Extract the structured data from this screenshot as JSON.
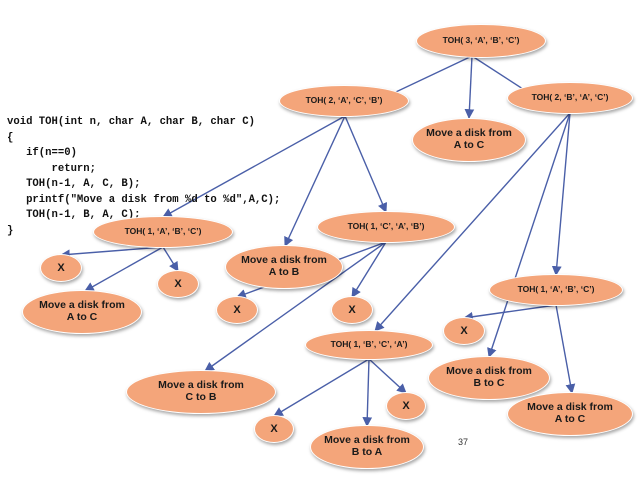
{
  "code_lines": [
    "void TOH(int n, char A, char B, char C)",
    "{",
    "   if(n==0)",
    "       return;",
    "   TOH(n-1, A, C, B);",
    "   printf(\"Move a disk from %d to %d\",A,C);",
    "   TOH(n-1, B, A, C);",
    "}"
  ],
  "nodes": {
    "toh_3_abc": "TOH( 3, ‘A’, ‘B’, ‘C’)",
    "toh_2_acb": "TOH( 2, ‘A’, ‘C’, ‘B’)",
    "move_root_a_c": "Move a disk from\nA to C",
    "toh_2_bac": "TOH( 2, ‘B’, ‘A’, ‘C’)",
    "toh_1_abc_left": "TOH( 1, ‘A’, ‘B’, ‘C’)",
    "move_a_b": "Move a disk from\nA to B",
    "toh_1_cab": "TOH( 1, ‘C’, ‘A’, ‘B’)",
    "x_1": "X",
    "x_2": "X",
    "move_leaf_a_c": "Move a disk from\nA to C",
    "x_3": "X",
    "x_4": "X",
    "toh_1_abc_right": "TOH( 1, ‘A’, ‘B’, ‘C’)",
    "x_5": "X",
    "toh_1_bca": "TOH( 1, ‘B’, ‘C’, ‘A’)",
    "move_b_c": "Move a disk from\nB to C",
    "move_c_b": "Move a disk from\nC to B",
    "x_6": "X",
    "move_right_a_c": "Move a disk from\nA to C",
    "x_7": "X",
    "move_b_a": "Move a disk from\nB to A"
  },
  "slide_number": "37",
  "colors": {
    "node_fill": "#f4a57a",
    "edge": "#4a5fa8"
  }
}
